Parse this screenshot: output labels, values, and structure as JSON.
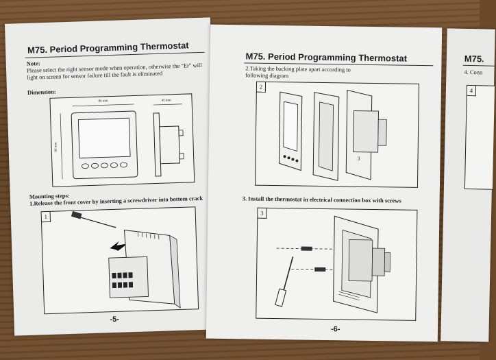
{
  "page5": {
    "title": "M75. Period Programming Thermostat",
    "note_heading": "Note:",
    "note_text": "Please select the right sensor mode when operation, otherwise the \"Er\" will light on screen for sensor failure till the fault is eliminated",
    "dimension_label": "Dimension:",
    "dim_width": "86 mm",
    "dim_depth": "45 mm",
    "dim_height": "86 mm",
    "mounting_heading": "Mounting steps:",
    "step1": "1.Release the front cover by inserting a screwdriver into bottom crack",
    "figure_number": "1",
    "page_number": "-5-"
  },
  "page6": {
    "title": "M75. Period Programming Thermostat",
    "step2": "2.Taking the backing plate apart according to following diagram",
    "figure2_number": "2",
    "step3": "3.  Install the thermostat in electrical connection box with screws",
    "figure3_number": "3",
    "page_number": "-6-"
  },
  "page7": {
    "title": "M75.",
    "step4": "4.  Conn",
    "figure_number": "4"
  }
}
